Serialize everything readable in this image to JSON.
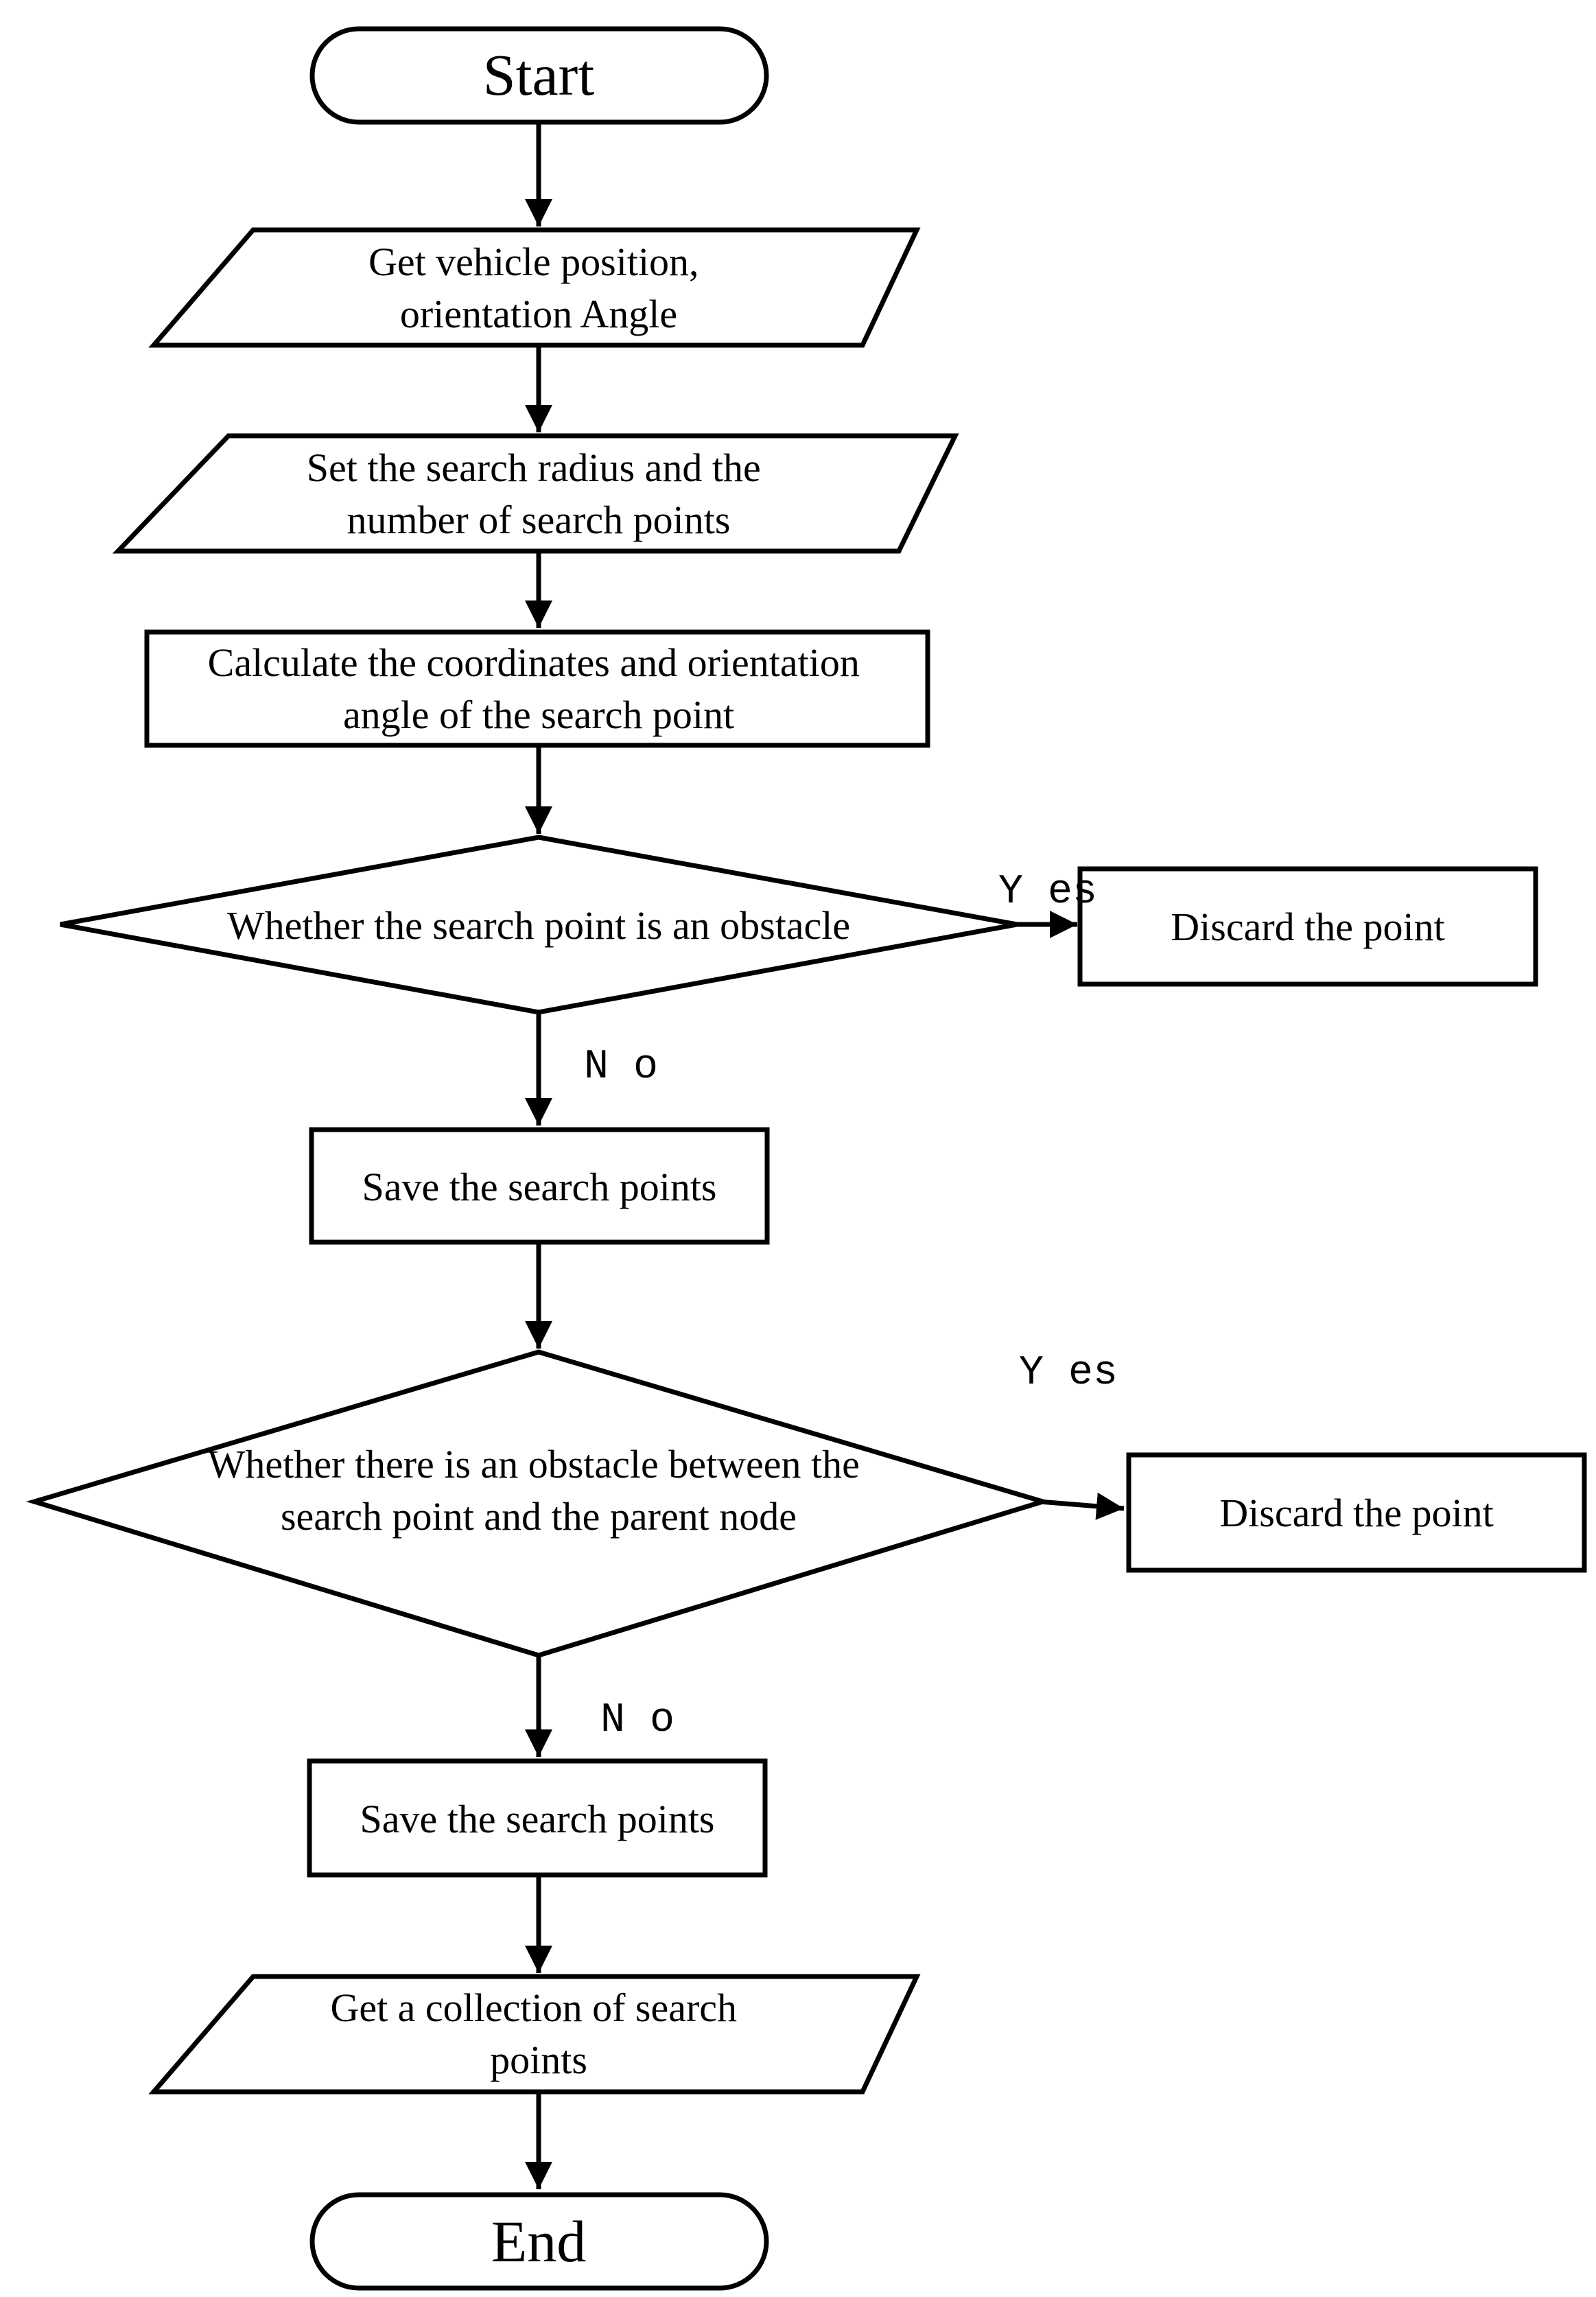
{
  "nodes": {
    "start": [
      "Start"
    ],
    "get_vehicle": [
      "Get vehicle position,",
      "orientation Angle"
    ],
    "set_search": [
      "Set the search radius and the",
      "number of search points"
    ],
    "calculate": [
      "Calculate the coordinates and orientation",
      "angle of the search point"
    ],
    "decision_obstacle": [
      "Whether the search point is an obstacle"
    ],
    "discard_1": [
      "Discard the point"
    ],
    "save_1": [
      "Save the search points"
    ],
    "decision_between": [
      "Whether there is an obstacle between the",
      "search point and the parent node"
    ],
    "discard_2": [
      "Discard the point"
    ],
    "save_2": [
      "Save the search points"
    ],
    "collection": [
      "Get a collection of search",
      "points"
    ],
    "end": [
      "End"
    ]
  },
  "branch_labels": {
    "yes_1": "Y es",
    "no_1": "N o",
    "yes_2": "Y es",
    "no_2": "N o"
  },
  "colors": {
    "stroke": "#000000",
    "fill": "#ffffff",
    "background": "#ffffff"
  }
}
